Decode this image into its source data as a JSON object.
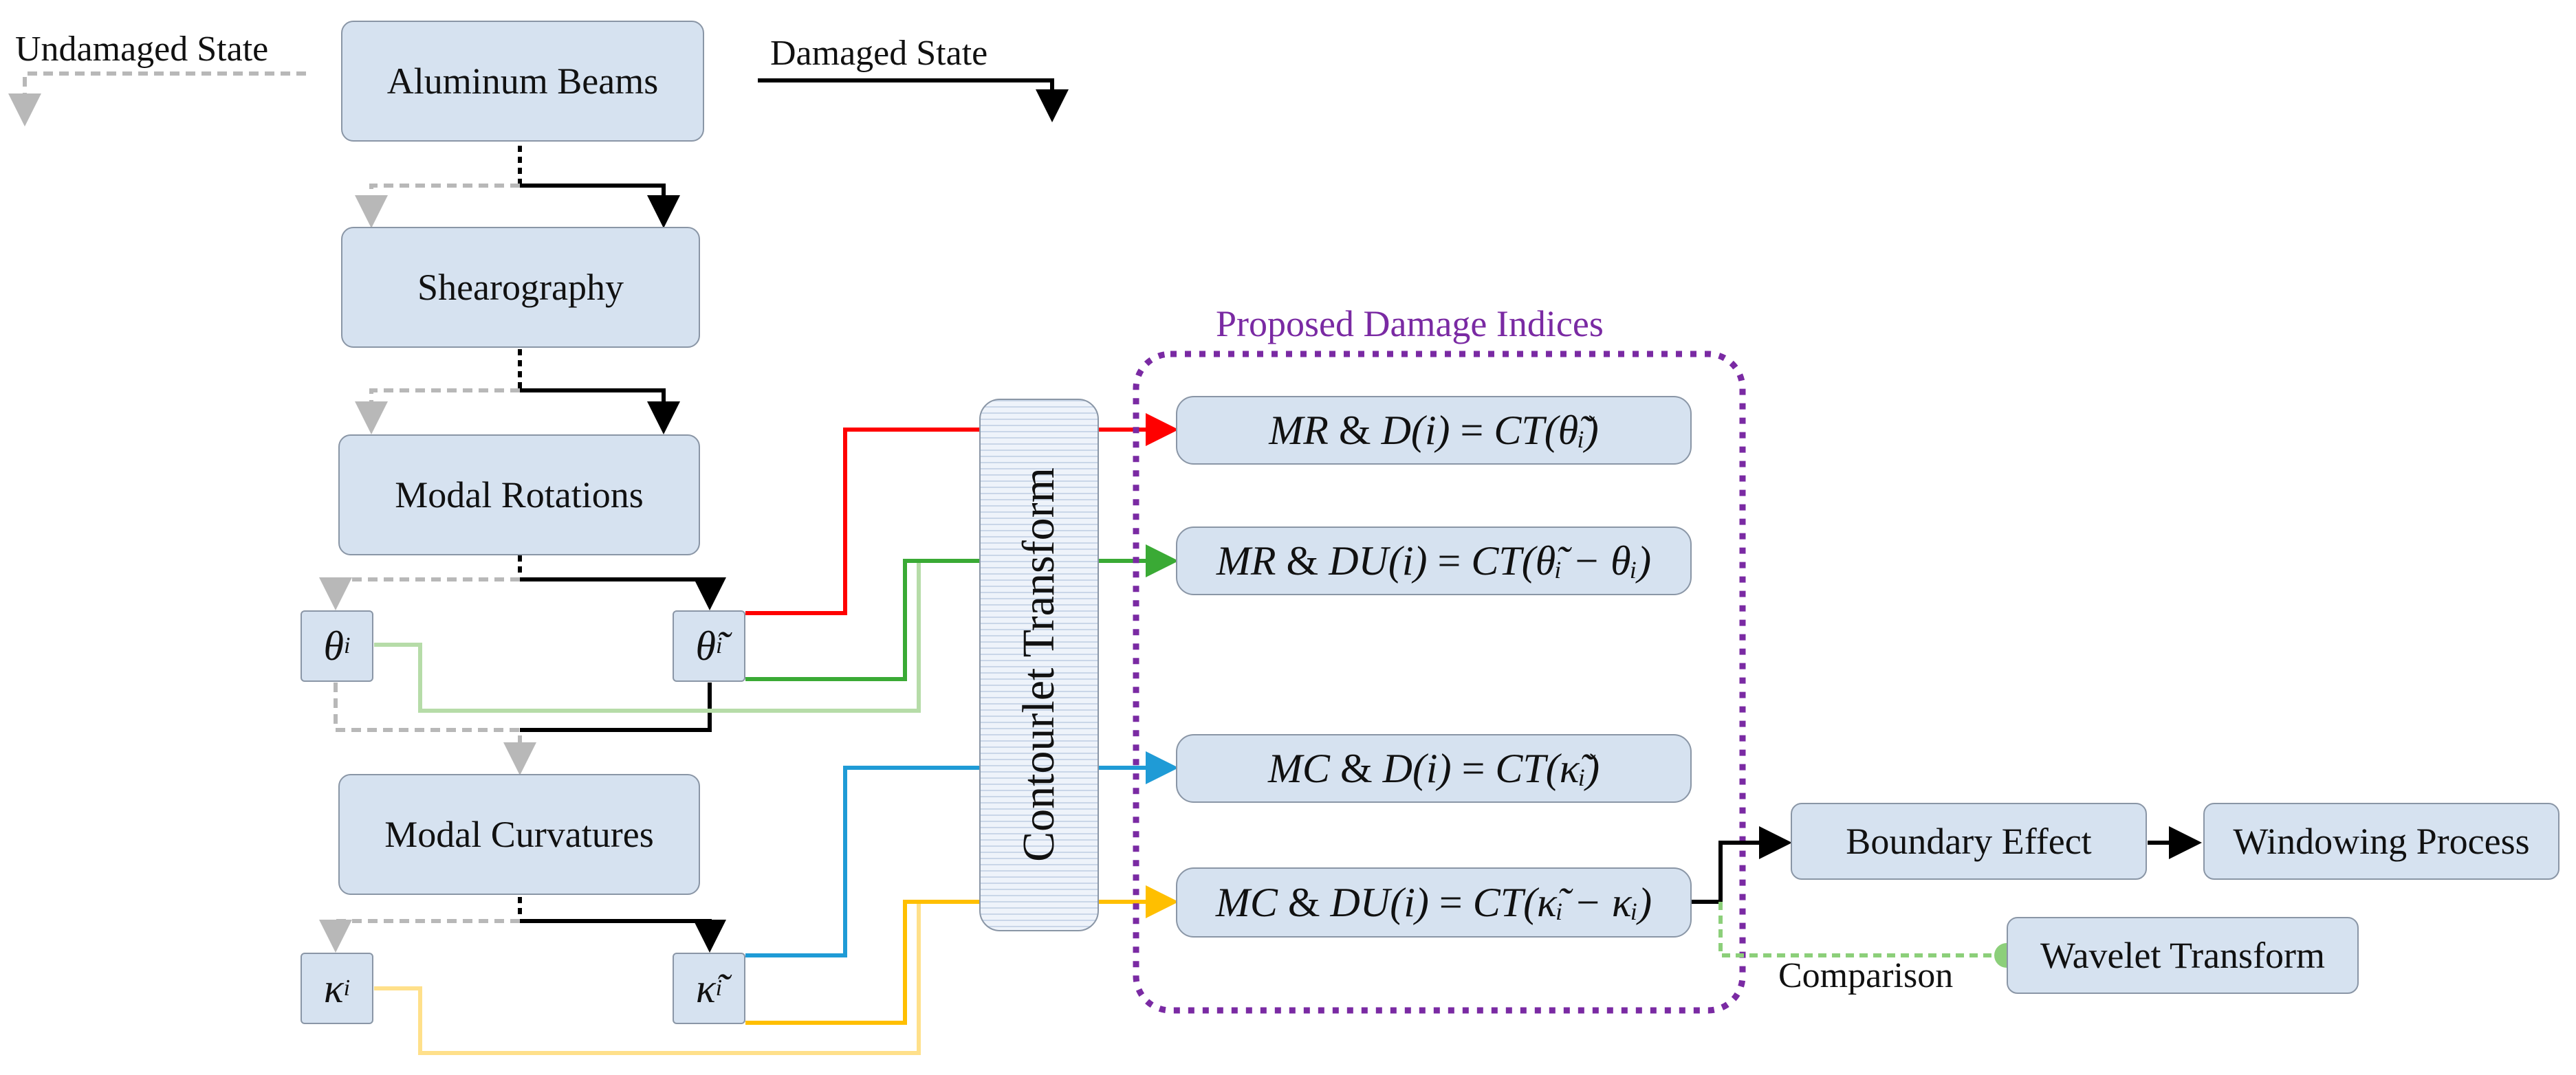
{
  "legend": {
    "undamaged": "Undamaged State",
    "damaged": "Damaged State"
  },
  "nodes": {
    "aluminum_beams": "Aluminum Beams",
    "shearography": "Shearography",
    "modal_rotations": "Modal Rotations",
    "modal_curvatures": "Modal Curvatures",
    "theta": "θ",
    "theta_sub": "i",
    "theta_tilde": "θ̃",
    "theta_tilde_sub": "i",
    "kappa": "κ",
    "kappa_sub": "i",
    "kappa_tilde": "κ̃",
    "kappa_tilde_sub": "i",
    "contourlet_transform": "Contourlet Transform",
    "boundary_effect": "Boundary Effect",
    "windowing_process": "Windowing Process",
    "wavelet_transform": "Wavelet Transform"
  },
  "group_title": "Proposed Damage Indices",
  "indices": [
    {
      "prefix": "MR",
      "lhs": "D(i)",
      "rhs": "CT(θ̃ᵢ)"
    },
    {
      "prefix": "MR",
      "lhs": "DU(i)",
      "rhs": "CT(θ̃ᵢ − θᵢ)"
    },
    {
      "prefix": "MC",
      "lhs": "D(i)",
      "rhs": "CT(κ̃ᵢ)"
    },
    {
      "prefix": "MC",
      "lhs": "DU(i)",
      "rhs": "CT(κ̃ᵢ − κᵢ)"
    }
  ],
  "comparison_label": "Comparison",
  "colors": {
    "box_fill": "#d6e2f0",
    "box_border": "#8a96a6",
    "undamaged_arrow": "#b8b8b8",
    "damaged_arrow": "#000000",
    "red": "#ff0000",
    "green": "#3aaa35",
    "light_green": "#b6dca8",
    "blue": "#1f9bd6",
    "gold": "#ffbf00",
    "light_gold": "#ffe08a",
    "purple": "#7a2aa3",
    "comparison_green": "#8ccf7a"
  }
}
